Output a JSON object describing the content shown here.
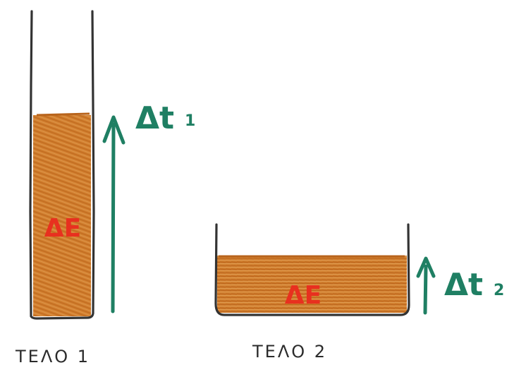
{
  "body1": {
    "content_label": "ΔE",
    "arrow_label_symbol": "Δt",
    "arrow_label_subscript": "1",
    "caption": "ΤΕΛΟ 1"
  },
  "body2": {
    "content_label": "ΔE",
    "arrow_label_symbol": "Δt",
    "arrow_label_subscript": "2",
    "caption": "ΤΕΛΟ 2"
  },
  "colors": {
    "fill": "#d07a2a",
    "fill_dark": "#b8641c",
    "outline": "#333333",
    "arrow": "#1f7f63",
    "label": "#e8301f"
  }
}
